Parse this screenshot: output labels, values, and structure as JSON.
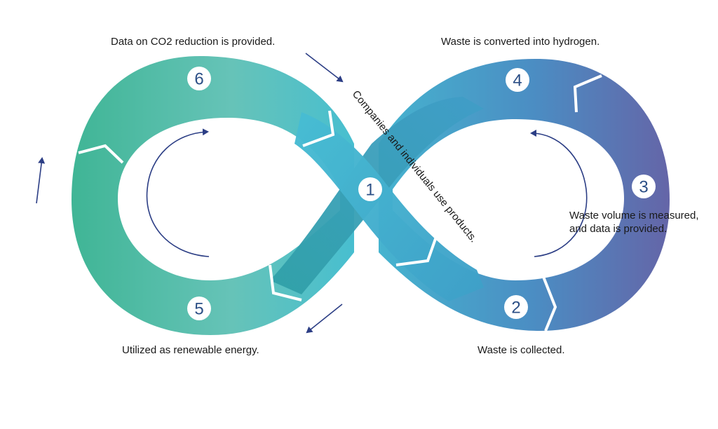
{
  "steps": [
    {
      "number": "1",
      "label": "Companies and individuals use products."
    },
    {
      "number": "2",
      "label": "Waste is collected."
    },
    {
      "number": "3",
      "label_line1": "Waste volume is measured,",
      "label_line2": "and data is provided."
    },
    {
      "number": "4",
      "label": "Waste is converted into hydrogen."
    },
    {
      "number": "5",
      "label": "Utilized as renewable energy."
    },
    {
      "number": "6",
      "label": "Data on CO2 reduction is provided."
    }
  ],
  "colors": {
    "teal_green": "#3fb595",
    "teal_light": "#73c8bc",
    "cyan": "#44bdd3",
    "blue": "#4f8ec4",
    "indigo": "#6265a8",
    "arrow": "#2c3e85"
  }
}
